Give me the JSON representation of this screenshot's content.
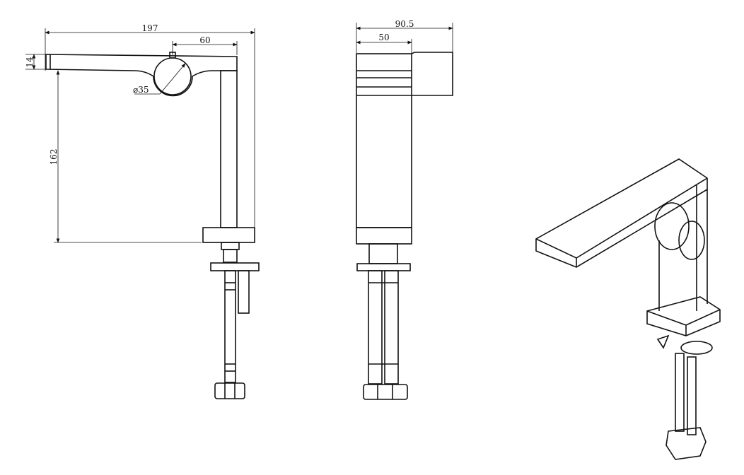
{
  "side_view": {
    "overall_length": "197",
    "outlet_to_end": "60",
    "spout_thickness": "14",
    "handle_diameter": "⌀35",
    "height": "162"
  },
  "front_view": {
    "overall_width": "90.5",
    "body_width": "50"
  },
  "colors": {
    "line": "#111111",
    "background": "#ffffff"
  }
}
